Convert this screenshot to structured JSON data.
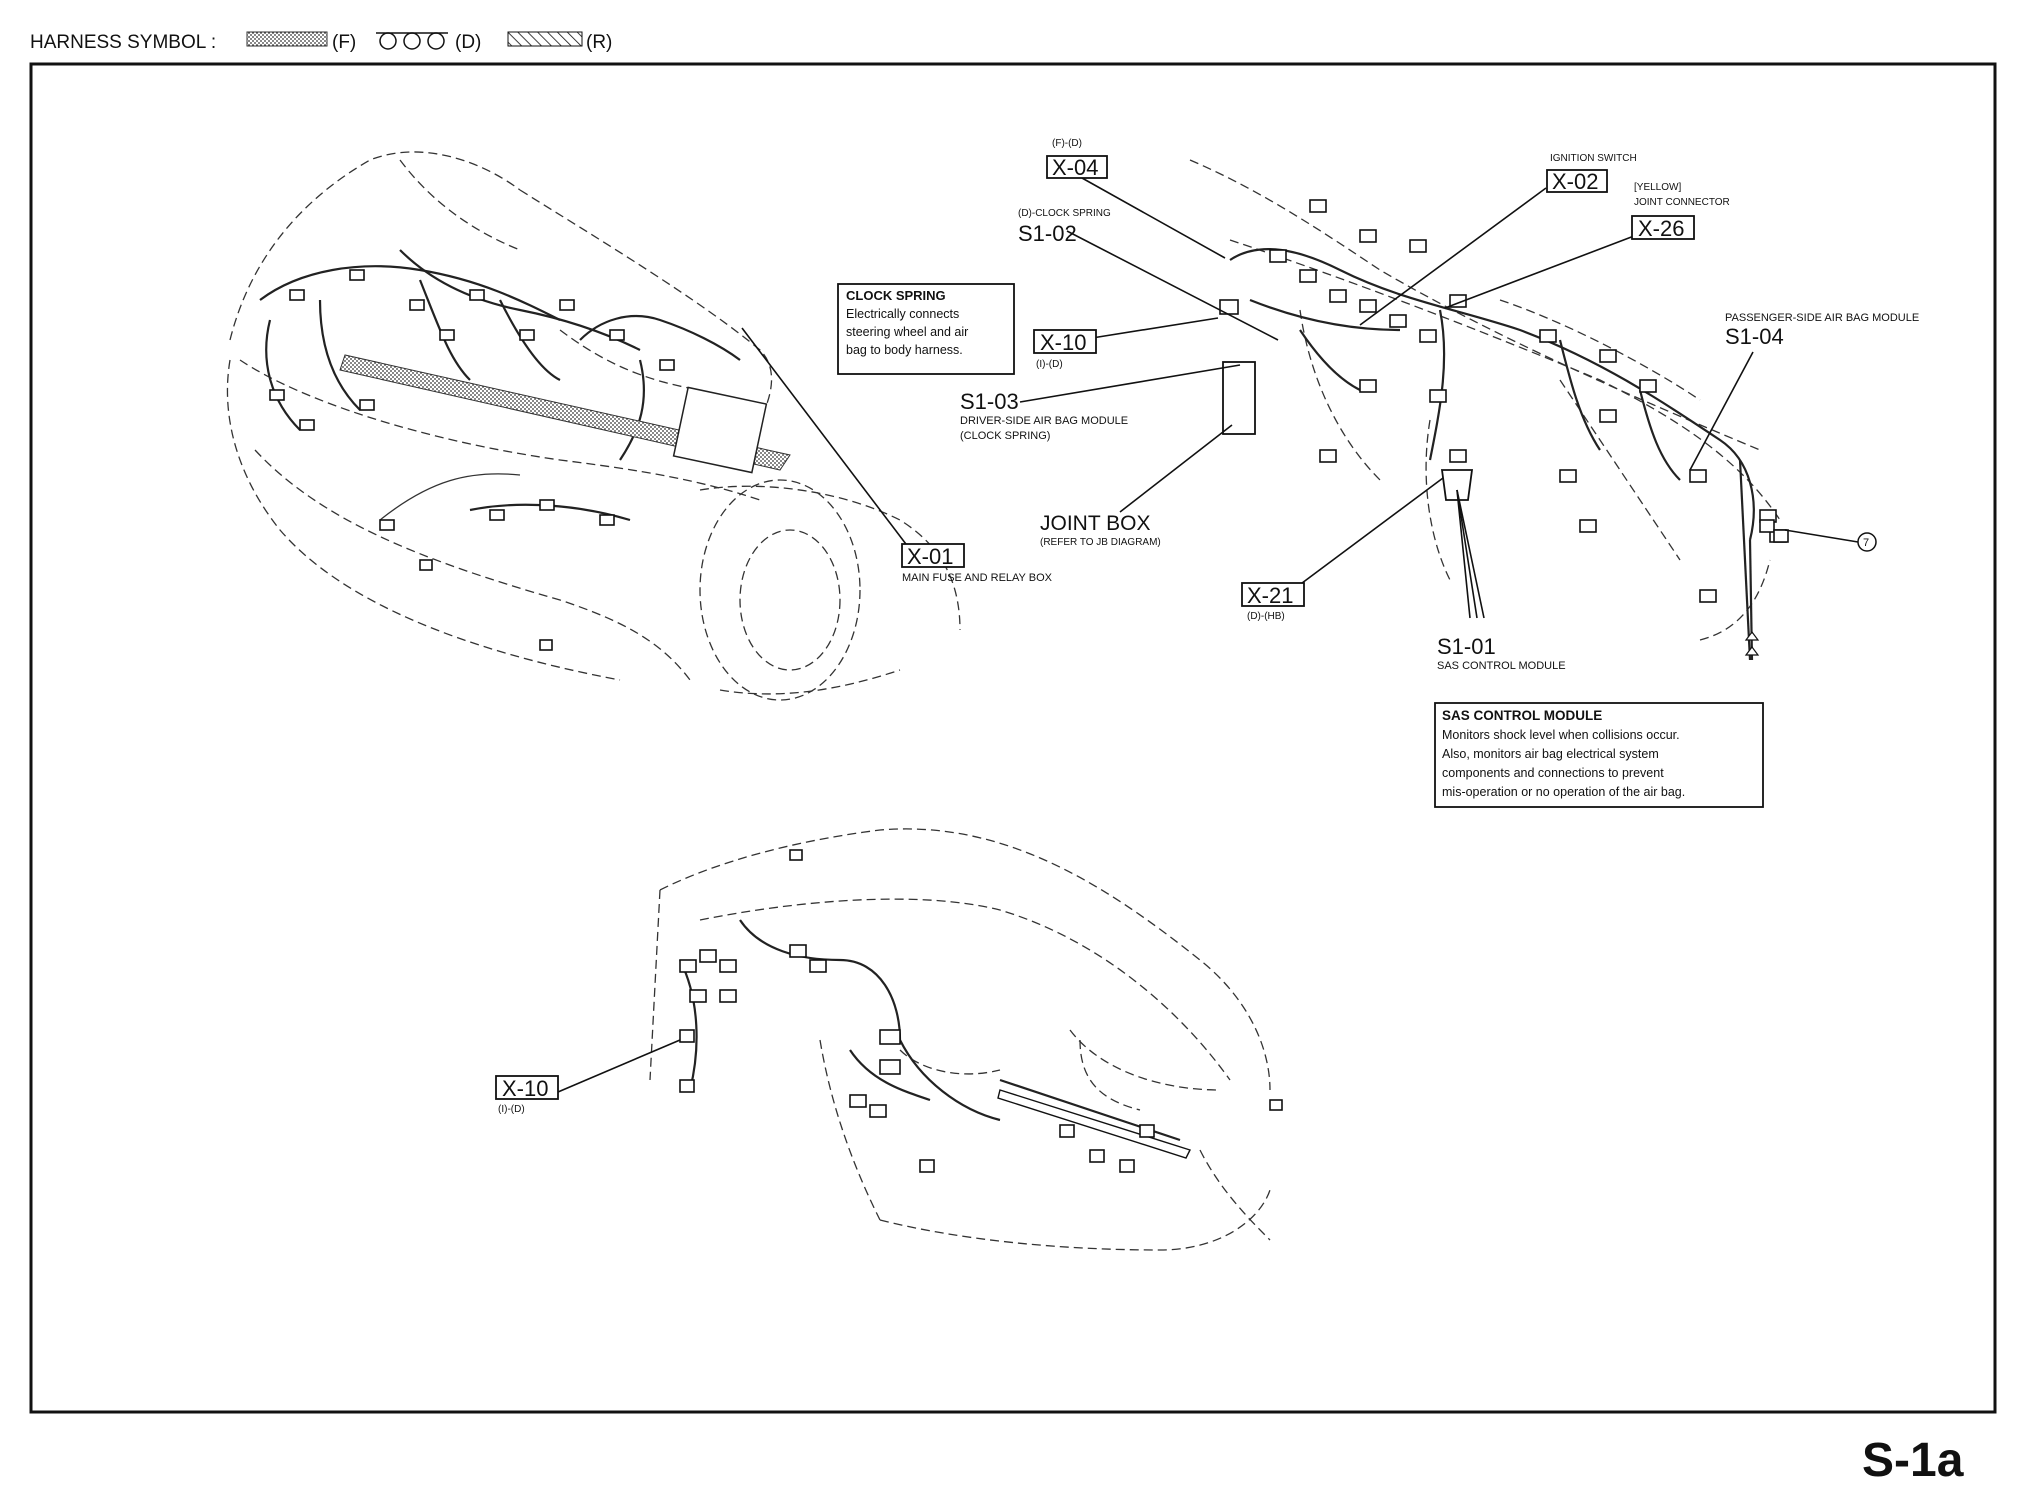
{
  "header": {
    "harness_symbol_label": "HARNESS SYMBOL :",
    "legend": [
      {
        "symbol": "dotted-band",
        "code": "(F)"
      },
      {
        "symbol": "circles",
        "code": "(D)"
      },
      {
        "symbol": "hatched-band",
        "code": "(R)"
      }
    ]
  },
  "page_number": "S-1a",
  "callouts": {
    "x04": {
      "code": "X-04",
      "note": "(F)-(D)"
    },
    "s102": {
      "code": "S1-02",
      "note": "(D)-CLOCK SPRING"
    },
    "x02": {
      "code": "X-02",
      "note": "IGNITION SWITCH"
    },
    "x26": {
      "code": "X-26",
      "note1": "[YELLOW]",
      "note2": "JOINT CONNECTOR"
    },
    "x10_top": {
      "code": "X-10",
      "note": "(I)-(D)"
    },
    "s103": {
      "code": "S1-03",
      "note1": "DRIVER-SIDE AIR BAG MODULE",
      "note2": "(CLOCK SPRING)"
    },
    "jointbox": {
      "code": "JOINT BOX",
      "note": "(REFER TO JB DIAGRAM)"
    },
    "x01": {
      "code": "X-01",
      "note": "MAIN FUSE AND RELAY BOX"
    },
    "x21": {
      "code": "X-21",
      "note": "(D)-(HB)"
    },
    "s101": {
      "code": "S1-01",
      "note": "SAS CONTROL MODULE"
    },
    "s104": {
      "code": "S1-04",
      "note": "PASSENGER-SIDE AIR BAG MODULE"
    },
    "x10_bottom": {
      "code": "X-10",
      "note": "(I)-(D)"
    },
    "ground": {
      "label": "7"
    }
  },
  "info_boxes": {
    "clock_spring": {
      "title": "CLOCK SPRING",
      "lines": [
        "Electrically connects",
        "steering wheel and air",
        "bag to body harness."
      ]
    },
    "sas_module": {
      "title": "SAS CONTROL MODULE",
      "lines": [
        "Monitors shock level when collisions occur.",
        "Also, monitors air bag electrical system",
        "components and connections to prevent",
        "mis-operation or no operation of the air bag."
      ]
    }
  }
}
